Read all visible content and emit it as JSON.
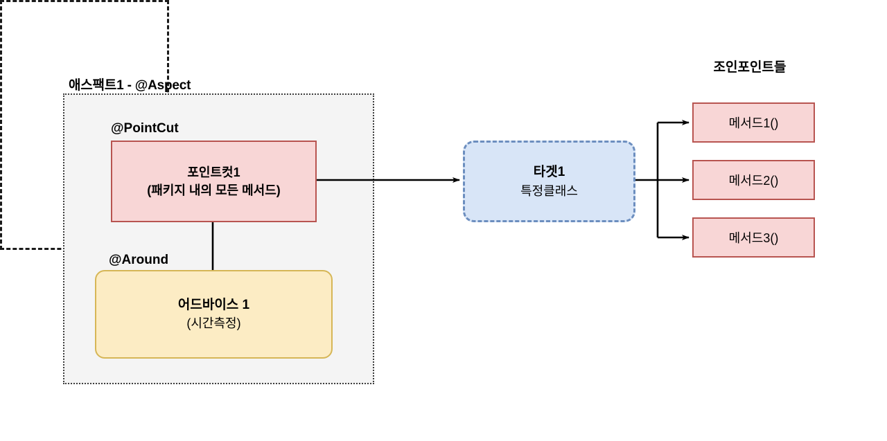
{
  "diagram": {
    "title_label": "애스팩트1 - @Aspect",
    "aspect": {
      "pointcut_annotation": "@PointCut",
      "pointcut_box": {
        "title": "포인트컷1",
        "subtitle": "(패키지 내의 모든 메서드)"
      },
      "around_annotation": "@Around",
      "advice_box": {
        "title": "어드바이스 1",
        "subtitle": "(시간측정)"
      }
    },
    "target": {
      "title": "타겟1",
      "subtitle": "특정클래스"
    },
    "joinpoints": {
      "title": "조인포인트들",
      "methods": [
        {
          "label": "메서드1()"
        },
        {
          "label": "메서드2()"
        },
        {
          "label": "메서드3()"
        }
      ]
    },
    "colors": {
      "pointcut_fill": "#f8d6d6",
      "pointcut_border": "#b85450",
      "advice_fill": "#fcecc4",
      "advice_border": "#d6b656",
      "target_fill": "#d8e5f7",
      "target_border": "#6c8ebf",
      "aspect_fill": "#f4f4f4",
      "aspect_border": "#3d3d3d",
      "joinpoints_border": "#1a1a1a",
      "connector": "#000000",
      "background": "#ffffff"
    }
  }
}
